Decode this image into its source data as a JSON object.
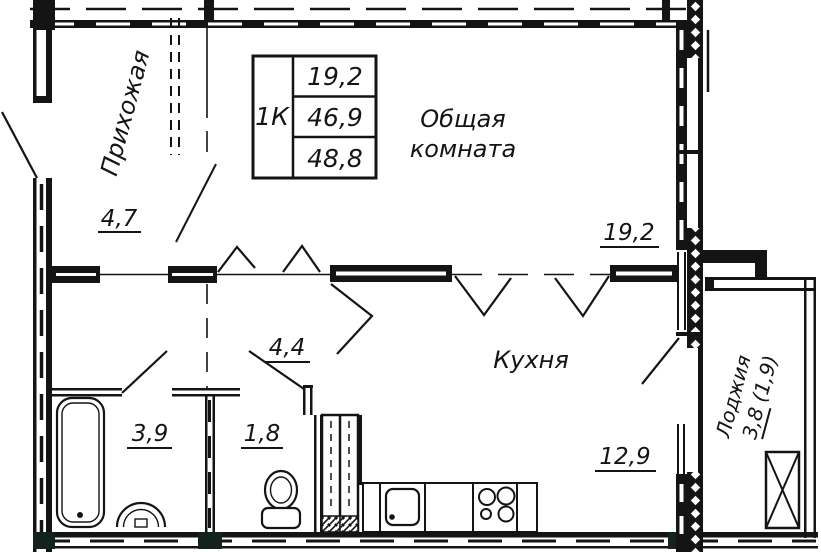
{
  "info_table": {
    "type": "1К",
    "rows": [
      "19,2",
      "46,9",
      "48,8"
    ]
  },
  "rooms": {
    "hallway": {
      "label": "Прихожая",
      "area": "4,7"
    },
    "living": {
      "label_line1": "Общая",
      "label_line2": "комната",
      "area": "19,2"
    },
    "kitchen": {
      "label": "Кухня",
      "area": "12,9"
    },
    "corridor": {
      "area": "4,4"
    },
    "bathroom": {
      "area": "3,9"
    },
    "wc": {
      "area": "1,8"
    },
    "loggia": {
      "label": "Лоджия",
      "area": "3,8 (1,9)"
    }
  },
  "colors": {
    "line": "#141414",
    "background": "#ffffff"
  }
}
